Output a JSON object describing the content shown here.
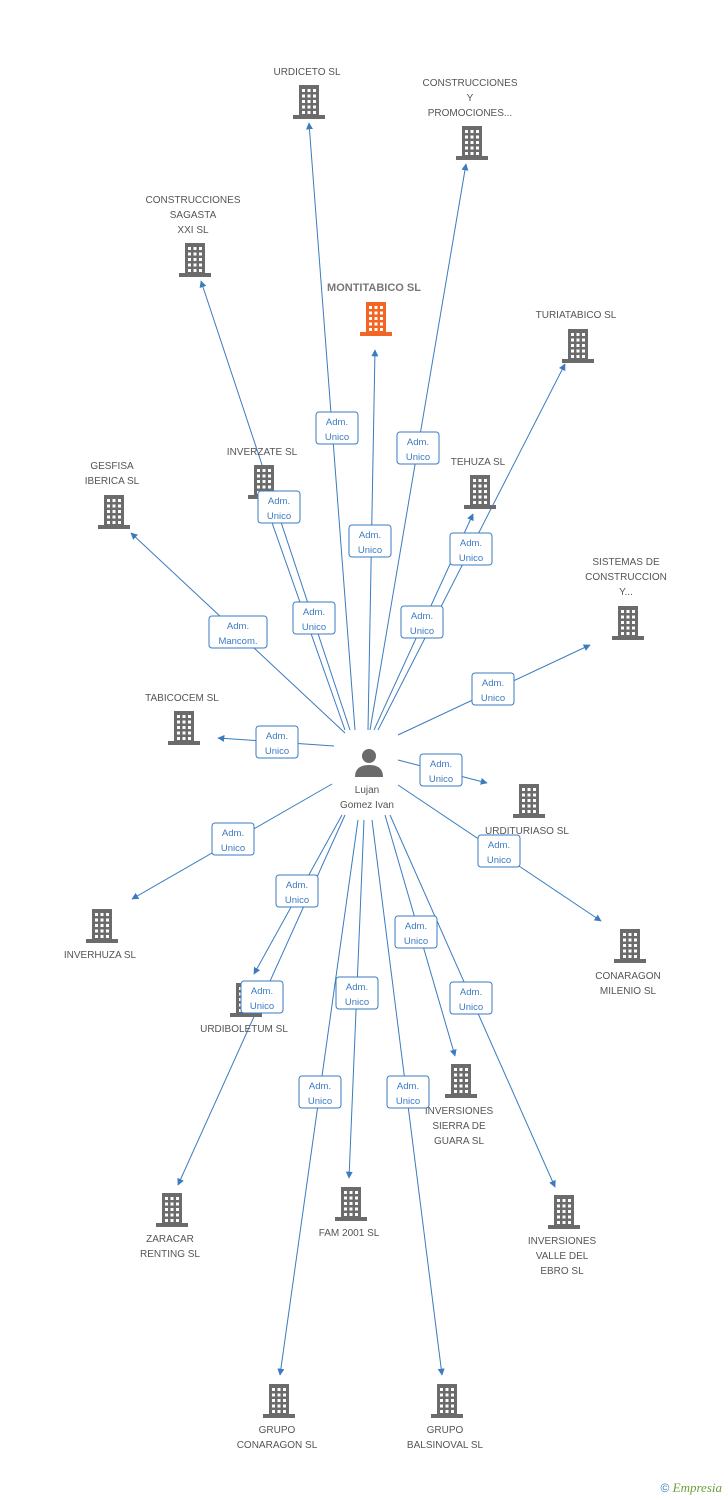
{
  "colors": {
    "edge": "#3b7bc0",
    "company": "#6b6b6b",
    "focus_company": "#f26522",
    "role_border": "#3b7bc0",
    "role_text": "#3b7bc0"
  },
  "icons": {
    "company": "building-icon",
    "person": "person-icon"
  },
  "person": {
    "name_line1": "Lujan",
    "name_line2": "Gomez Ivan"
  },
  "companies": [
    {
      "id": "urdiceto",
      "lines": [
        "URDICETO SL"
      ],
      "role": [
        "Adm.",
        "Unico"
      ]
    },
    {
      "id": "construcciones-promociones",
      "lines": [
        "CONSTRUCCIONES",
        "Y",
        "PROMOCIONES..."
      ],
      "role": [
        "Adm.",
        "Unico"
      ]
    },
    {
      "id": "construcciones-sagasta",
      "lines": [
        "CONSTRUCCIONES",
        "SAGASTA",
        "XXI SL"
      ],
      "role": [
        "Adm.",
        "Unico"
      ]
    },
    {
      "id": "montitabico",
      "lines": [
        "MONTITABICO SL"
      ],
      "role": [
        "Adm.",
        "Unico"
      ],
      "focus": true
    },
    {
      "id": "turiatabico",
      "lines": [
        "TURIATABICO SL"
      ],
      "role": [
        "Adm.",
        "Unico"
      ]
    },
    {
      "id": "inverzate",
      "lines": [
        "INVERZATE SL"
      ],
      "role": [
        "Adm.",
        "Unico"
      ]
    },
    {
      "id": "tehuza",
      "lines": [
        "TEHUZA SL"
      ],
      "role": [
        "Adm.",
        "Unico"
      ]
    },
    {
      "id": "gesfisa",
      "lines": [
        "GESFISA",
        "IBERICA SL"
      ],
      "role": [
        "Adm.",
        "Mancom."
      ]
    },
    {
      "id": "sistemas",
      "lines": [
        "SISTEMAS DE",
        "CONSTRUCCION",
        "Y..."
      ],
      "role": [
        "Adm.",
        "Unico"
      ]
    },
    {
      "id": "tabicocem",
      "lines": [
        "TABICOCEM SL"
      ],
      "role": [
        "Adm.",
        "Unico"
      ]
    },
    {
      "id": "urdituriaso",
      "lines": [
        "URDITURIASO SL"
      ],
      "role": [
        "Adm.",
        "Unico"
      ]
    },
    {
      "id": "inverhuza",
      "lines": [
        "INVERHUZA SL"
      ],
      "role": [
        "Adm.",
        "Unico"
      ]
    },
    {
      "id": "conaragon-milenio",
      "lines": [
        "CONARAGON",
        "MILENIO SL"
      ],
      "role": [
        "Adm.",
        "Unico"
      ]
    },
    {
      "id": "urdiboletum",
      "lines": [
        "URDIBOLETUM SL"
      ],
      "role": [
        "Adm.",
        "Unico"
      ]
    },
    {
      "id": "inversiones-sierra",
      "lines": [
        "INVERSIONES",
        "SIERRA DE",
        "GUARA SL"
      ],
      "role": [
        "Adm.",
        "Unico"
      ]
    },
    {
      "id": "zaracar",
      "lines": [
        "ZARACAR",
        "RENTING SL"
      ],
      "role": [
        "Adm.",
        "Unico"
      ]
    },
    {
      "id": "fam2001",
      "lines": [
        "FAM 2001 SL"
      ],
      "role": [
        "Adm.",
        "Unico"
      ]
    },
    {
      "id": "inversiones-valle",
      "lines": [
        "INVERSIONES",
        "VALLE DEL",
        "EBRO SL"
      ],
      "role": [
        "Adm.",
        "Unico"
      ]
    },
    {
      "id": "grupo-conaragon",
      "lines": [
        "GRUPO",
        "CONARAGON SL"
      ],
      "role": [
        "Adm.",
        "Unico"
      ]
    },
    {
      "id": "grupo-balsinoval",
      "lines": [
        "GRUPO",
        "BALSINOVAL SL"
      ],
      "role": [
        "Adm.",
        "Unico"
      ]
    }
  ],
  "footer": {
    "copyright": "©",
    "brand": "Empresia"
  }
}
